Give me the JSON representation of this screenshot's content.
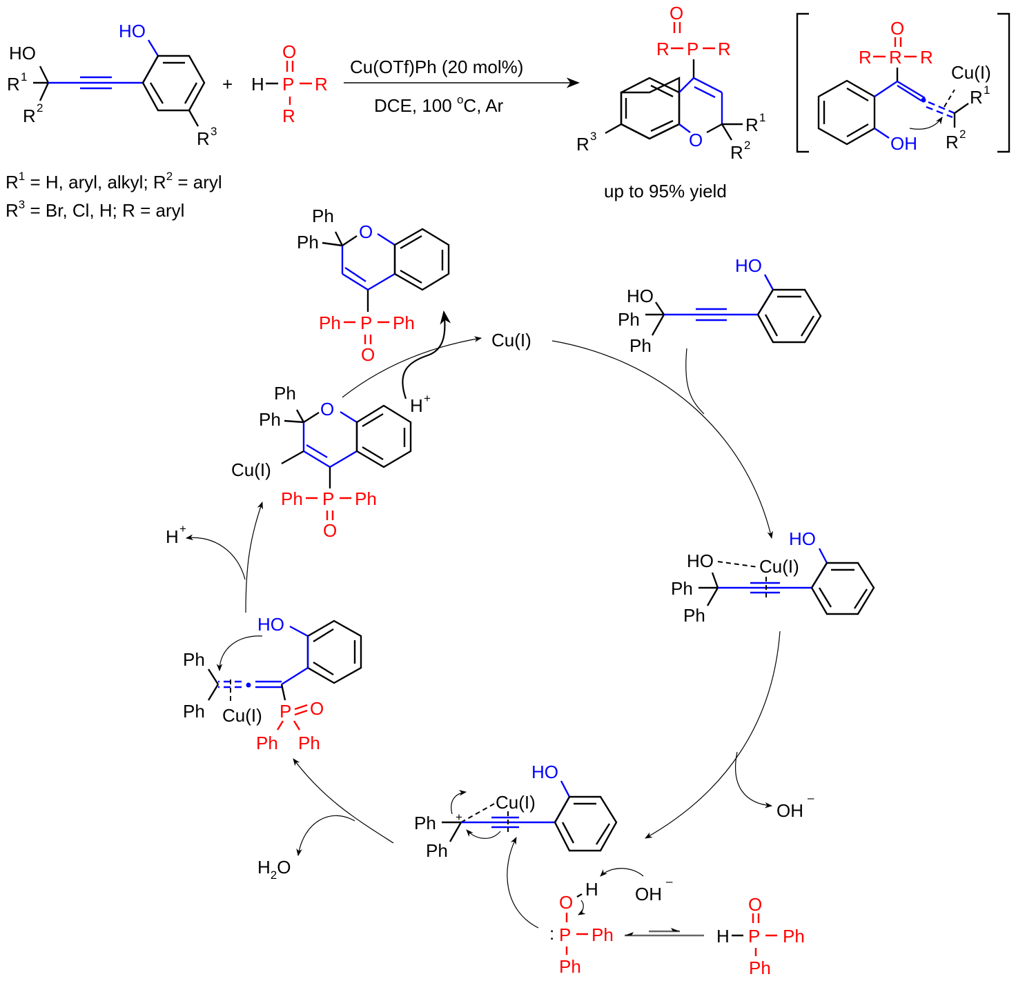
{
  "colors": {
    "bonds": "#000000",
    "highlight_framework": "#0000ff",
    "phosphorus_group": "#ff0000"
  },
  "scheme": {
    "reactant1": {
      "ho_propargyl": "HO",
      "r1": "R",
      "r1_sup": "1",
      "r2": "R",
      "r2_sup": "2",
      "phenol_oh": "HO",
      "r3": "R",
      "r3_sup": "3"
    },
    "plus": "+",
    "reactant2": {
      "h": "H",
      "p": "P",
      "o": "O",
      "r_right": "R",
      "r_down": "R"
    },
    "conditions": {
      "above": "Cu(OTf)Ph (20 mol%)",
      "below_pre": "DCE, 100 ",
      "below_sup": "o",
      "below_post": "C, Ar"
    },
    "product": {
      "o_top": "O",
      "r_left": "R",
      "p": "P",
      "r_right": "R",
      "ring_o": "O",
      "r1": "R",
      "r1_sup": "1",
      "r2": "R",
      "r2_sup": "2",
      "r3": "R",
      "r3_sup": "3"
    },
    "intermediate_bracket": {
      "o": "O",
      "r_left": "R",
      "r_mid": "R",
      "r_right": "R",
      "cu": "Cu(I)",
      "r1": "R",
      "r1_sup": "1",
      "r2": "R",
      "r2_sup": "2",
      "oh": "OH"
    },
    "yield": "up to 95% yield",
    "substituents": {
      "line1": {
        "r1": "R",
        "r1_sup": "1",
        "text1": " = H, aryl, alkyl; R",
        "r2_sup": "2",
        "text2": " = aryl"
      },
      "line2": {
        "r3": "R",
        "r3_sup": "3",
        "text": " = Br, Cl, H; R = aryl"
      }
    }
  },
  "cycle": {
    "product_top": {
      "ph1": "Ph",
      "ph2": "Ph",
      "o": "O",
      "ph_left": "Ph",
      "p": "P",
      "ph_right": "Ph",
      "o_bottom": "O"
    },
    "catalyst": "Cu(I)",
    "proton_in": {
      "h": "H",
      "sup": "+"
    },
    "substrate": {
      "ho_alc": "HO",
      "ph1": "Ph",
      "ph2": "Ph",
      "ho_phenol": "HO"
    },
    "pi_complex": {
      "ho": "HO",
      "cu": "Cu(I)",
      "ph1": "Ph",
      "ph2": "Ph",
      "ho_phenol": "HO"
    },
    "hydroxide_out": {
      "oh": "OH",
      "sup": "–"
    },
    "cation": {
      "ph1": "Ph",
      "ph2": "Ph",
      "plus": "+",
      "cu": "Cu(I)",
      "ho": "HO"
    },
    "water": {
      "h": "H",
      "sub": "2",
      "o": "O"
    },
    "phosphinous_acid": {
      "lone_pair": ":",
      "p": "P",
      "ph_right": "Ph",
      "ph_down": "Ph",
      "o": "O",
      "h": "H"
    },
    "hydroxide_base": {
      "oh": "OH",
      "sup": "–"
    },
    "phosphine_oxide": {
      "h": "H",
      "p": "P",
      "o": "O",
      "ph_right": "Ph",
      "ph_down": "Ph"
    },
    "allene": {
      "ho": "HO",
      "ph1": "Ph",
      "ph2": "Ph",
      "cu": "Cu(I)",
      "p": "P",
      "o": "O",
      "ph_a": "Ph",
      "ph_b": "Ph"
    },
    "proton_out": {
      "h": "H",
      "sup": "+"
    },
    "cu_chromene": {
      "ph1": "Ph",
      "ph2": "Ph",
      "o": "O",
      "cu": "Cu(I)",
      "ph_left": "Ph",
      "p": "P",
      "ph_right": "Ph",
      "o_bottom": "O"
    }
  }
}
